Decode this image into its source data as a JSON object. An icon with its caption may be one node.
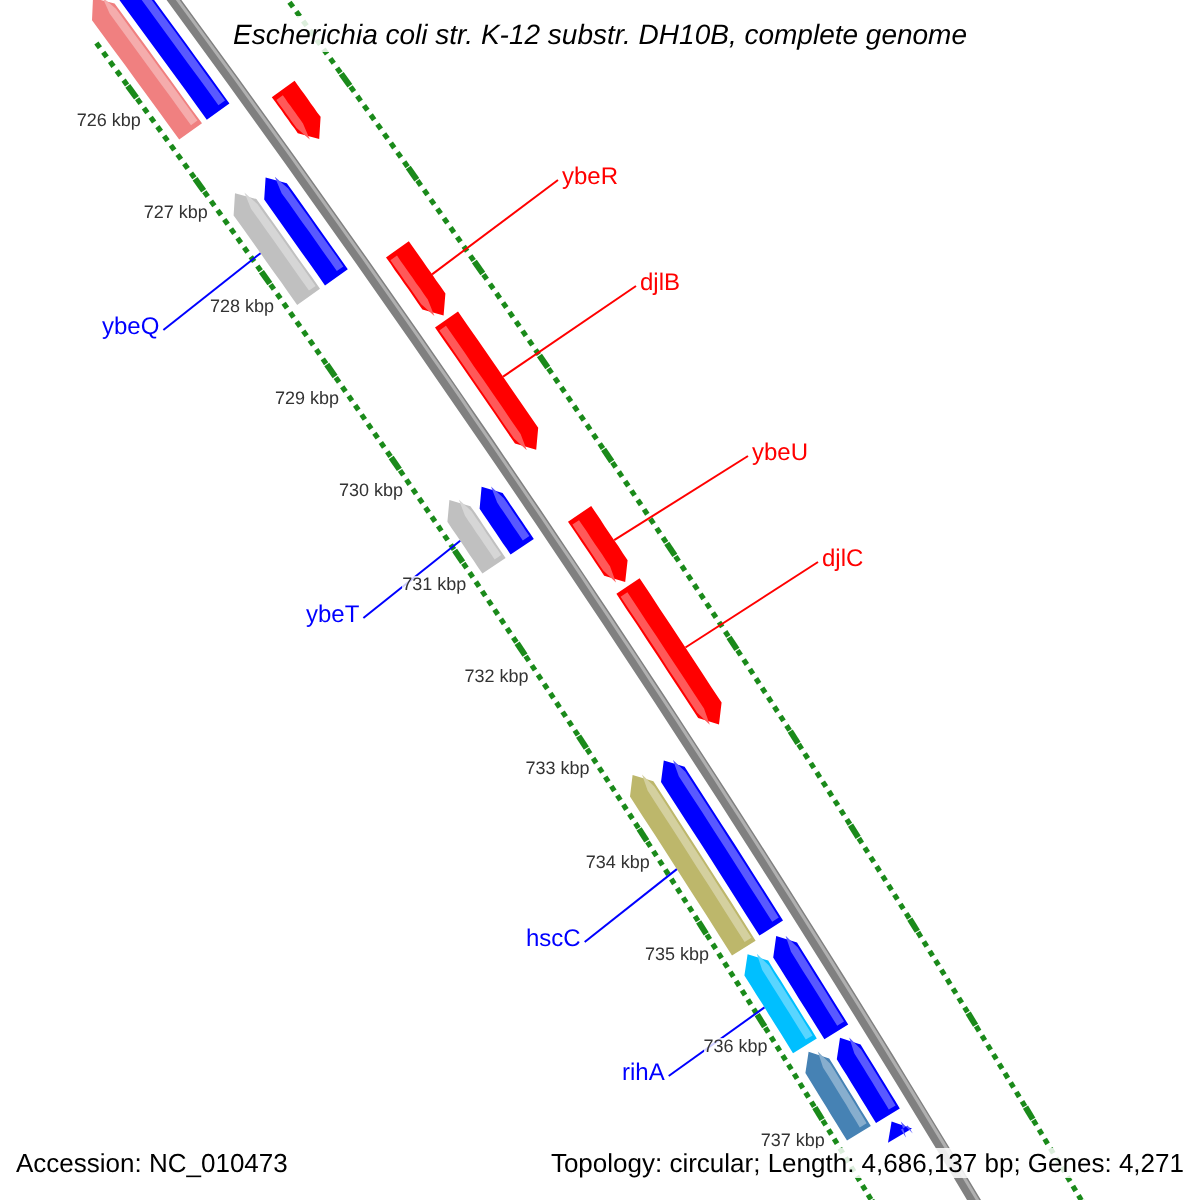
{
  "diagram": {
    "title": "Escherichia coli str. K-12 substr. DH10B, complete genome",
    "nodes": [
      {
        "text": [],
        "shape": "bar"
      },
      {
        "text": [],
        "shape": "bar"
      },
      {
        "text": [],
        "shape": "bar"
      },
      {
        "text": [
          "ybeR"
        ]
      },
      {
        "text": [],
        "shape": "bar"
      },
      {
        "text": [],
        "shape": "bar"
      },
      {
        "text": [],
        "shape": "bar"
      },
      {
        "text": [
          "djlB"
        ]
      },
      {
        "text": [],
        "shape": "bar"
      },
      {
        "text": [
          "ybeQ"
        ]
      },
      {
        "text": [
          "ybeU"
        ]
      },
      {
        "text": [],
        "shape": "bar"
      },
      {
        "text": [],
        "shape": "bar"
      },
      {
        "text": [],
        "shape": "bar"
      },
      {
        "text": [
          "djlC"
        ]
      },
      {
        "text": [],
        "shape": "bar"
      },
      {
        "text": [
          "ybeT"
        ]
      },
      {
        "text": [],
        "shape": "bar"
      },
      {
        "text": [],
        "shape": "bar"
      },
      {
        "text": [
          "hscC"
        ]
      },
      {
        "text": [],
        "shape": "bar"
      },
      {
        "text": [],
        "shape": "bar"
      },
      {
        "text": [
          "rihA"
        ]
      },
      {
        "text": [],
        "shape": "bar"
      },
      {
        "text": [],
        "shape": "bar"
      },
      {
        "text": [],
        "shape": "bar"
      }
    ],
    "edges": [
      {
        "from": 3,
        "to": 6,
        "arrow": "none",
        "color": "#ff0000"
      },
      {
        "from": 7,
        "to": 8,
        "arrow": "none",
        "color": "#ff0000"
      },
      {
        "from": 9,
        "to": 4,
        "arrow": "none",
        "color": "#0000ff"
      },
      {
        "from": 10,
        "to": 13,
        "arrow": "none",
        "color": "#ff0000"
      },
      {
        "from": 14,
        "to": 15,
        "arrow": "none",
        "color": "#ff0000"
      },
      {
        "from": 16,
        "to": 12,
        "arrow": "none",
        "color": "#0000ff"
      },
      {
        "from": 19,
        "to": 17,
        "arrow": "none",
        "color": "#0000ff"
      },
      {
        "from": 22,
        "to": 21,
        "arrow": "none",
        "color": "#0000ff"
      }
    ],
    "labels": [
      "726 kbp",
      "727 kbp",
      "728 kbp",
      "729 kbp",
      "730 kbp",
      "731 kbp",
      "732 kbp",
      "733 kbp",
      "734 kbp",
      "735 kbp",
      "736 kbp",
      "737 kbp",
      "Accession: NC_010473",
      "Topology: circular; Length: 4,686,137 bp; Genes: 4,271"
    ]
  }
}
